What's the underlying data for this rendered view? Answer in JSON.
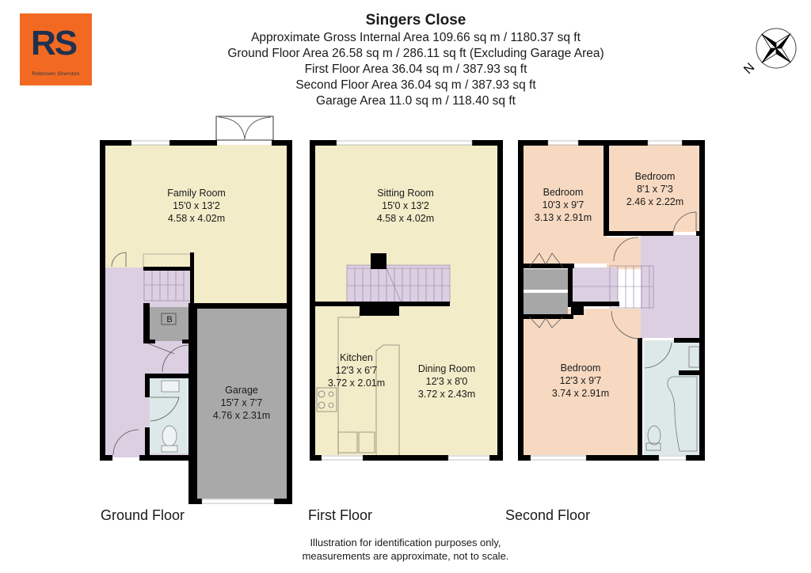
{
  "logo": {
    "mark": "RS",
    "name": "Robinsen Sherston",
    "bg_color": "#f26a21",
    "fg_color": "#1f3150"
  },
  "header": {
    "title": "Singers Close",
    "lines": [
      "Approximate Gross Internal Area 109.66 sq m / 1180.37 sq ft",
      "Ground Floor Area 26.58 sq m / 286.11 sq ft (Excluding Garage Area)",
      "First Floor Area 36.04 sq m / 387.93 sq ft",
      "Second Floor Area 36.04 sq m / 387.93 sq ft",
      "Garage Area 11.0 sq m / 118.40 sq ft"
    ]
  },
  "compass": {
    "icon": "compass-rose-icon",
    "north_label": "N"
  },
  "colors": {
    "living": "#f3ecc9",
    "hall": "#dccfe2",
    "garage": "#a9a9a9",
    "bathroom": "#dde9e8",
    "bedroom": "#f7d9c1",
    "cupboard": "#a7a7a7",
    "wall": "#000000"
  },
  "floors": {
    "ground": {
      "label": "Ground Floor",
      "rooms": [
        {
          "name": "Family Room",
          "imperial": "15'0 x 13'2",
          "metric": "4.58 x 4.02m"
        },
        {
          "name": "Garage",
          "imperial": "15'7 x 7'7",
          "metric": "4.76 x 2.31m"
        }
      ],
      "boiler_label": "B"
    },
    "first": {
      "label": "First Floor",
      "rooms": [
        {
          "name": "Sitting Room",
          "imperial": "15'0 x 13'2",
          "metric": "4.58 x 4.02m"
        },
        {
          "name": "Kitchen",
          "imperial": "12'3 x 6'7",
          "metric": "3.72 x 2.01m"
        },
        {
          "name": "Dining Room",
          "imperial": "12'3 x 8'0",
          "metric": "3.72 x 2.43m"
        }
      ]
    },
    "second": {
      "label": "Second Floor",
      "rooms": [
        {
          "name": "Bedroom",
          "imperial": "10'3 x 9'7",
          "metric": "3.13 x 2.91m"
        },
        {
          "name": "Bedroom",
          "imperial": "8'1 x 7'3",
          "metric": "2.46 x 2.22m"
        },
        {
          "name": "Bedroom",
          "imperial": "12'3 x 9'7",
          "metric": "3.74 x 2.91m"
        }
      ]
    }
  },
  "disclaimer": {
    "line1": "Illustration for identification purposes only,",
    "line2": "measurements are approximate, not to scale."
  }
}
